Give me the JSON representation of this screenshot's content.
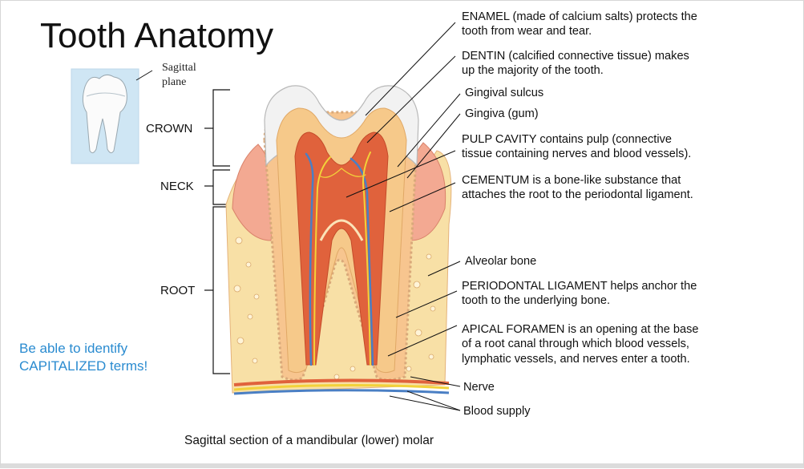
{
  "title": "Tooth Anatomy",
  "note": [
    "Be able to identify",
    "CAPITALIZED terms!"
  ],
  "sagittal_label": [
    "Sagittal",
    "plane"
  ],
  "regions": {
    "crown": "CROWN",
    "neck": "NECK",
    "root": "ROOT"
  },
  "labels": [
    [
      "ENAMEL (made of calcium salts) protects the",
      "tooth from wear and tear."
    ],
    [
      "DENTIN (calcified connective tissue) makes",
      "up the majority of the tooth."
    ],
    [
      "Gingival sulcus"
    ],
    [
      "Gingiva (gum)"
    ],
    [
      "PULP CAVITY contains pulp (connective",
      "tissue containing nerves and blood vessels)."
    ],
    [
      "CEMENTUM is a bone-like substance that",
      "attaches the root to the periodontal ligament."
    ],
    [
      "Alveolar bone"
    ],
    [
      "PERIODONTAL LIGAMENT helps anchor the",
      "tooth to the underlying bone."
    ],
    [
      "APICAL FORAMEN is an opening at the base",
      "of a root canal through which blood vessels,",
      "lymphatic vessels, and nerves enter a tooth."
    ],
    [
      "Nerve"
    ],
    [
      "Blood supply"
    ]
  ],
  "caption": "Sagittal section of a mandibular (lower) molar",
  "colors": {
    "note": "#2a8bd0",
    "enamel": "#f2f2f2",
    "dentin": "#f6c98a",
    "pulp": "#e0623c",
    "gum": "#f3a992",
    "bone": "#f8e0a6",
    "nerve": "#f2d23a",
    "vessel": "#4a7fc4"
  }
}
